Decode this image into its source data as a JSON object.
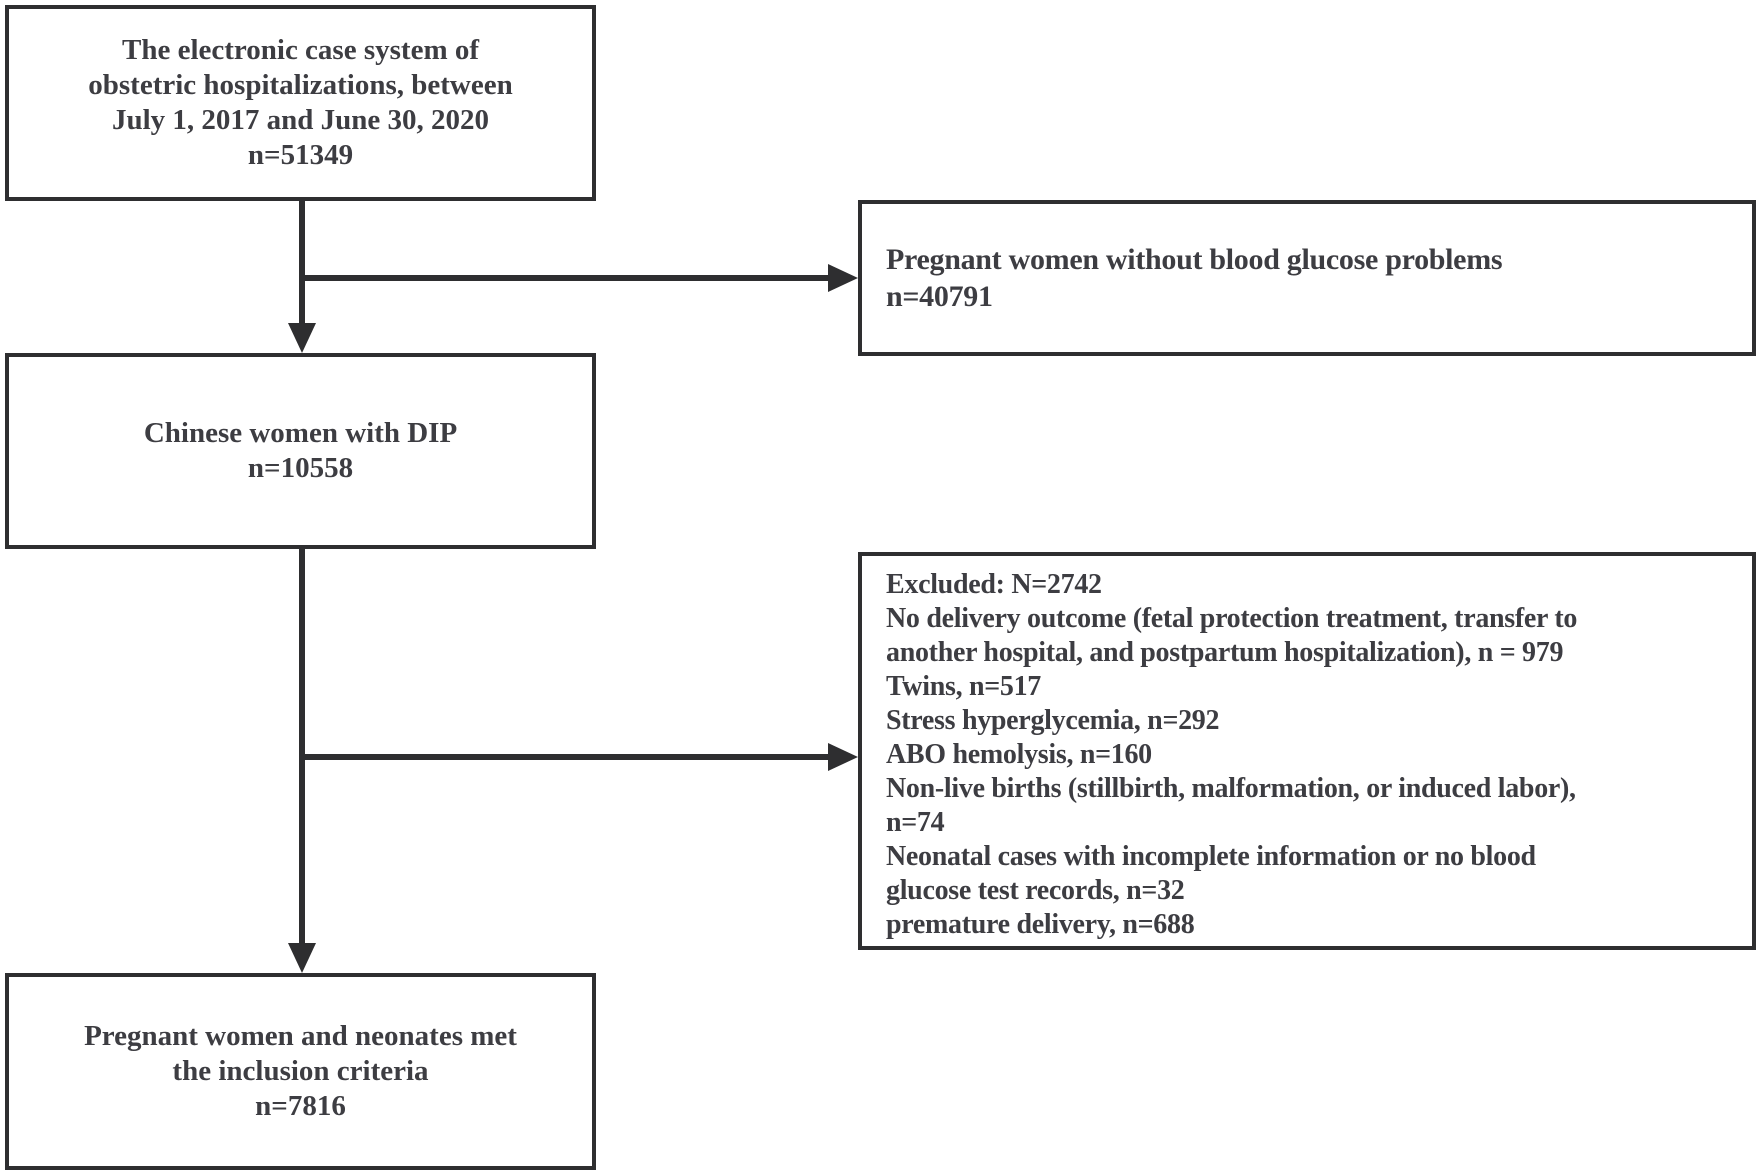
{
  "figure": {
    "background": "#ffffff",
    "line_color": "#2e2e30",
    "text_color": "#3d3d42"
  },
  "boxes": {
    "source": {
      "text": "The electronic case system of\nobstetric hospitalizations, between\nJuly 1, 2017 and June 30, 2020\nn=51349"
    },
    "no_glucose": {
      "text": "Pregnant women without blood glucose problems\nn=40791"
    },
    "dip": {
      "text": "Chinese women with DIP\nn=10558"
    },
    "excluded": {
      "text": "Excluded: N=2742\nNo delivery outcome (fetal protection treatment, transfer to\nanother hospital, and postpartum hospitalization), n = 979\nTwins, n=517\nStress hyperglycemia, n=292\nABO hemolysis, n=160\nNon-live births (stillbirth, malformation, or induced labor),\nn=74\nNeonatal cases with incomplete information or no blood\nglucose test records, n=32\npremature delivery, n=688"
    },
    "included": {
      "text": "Pregnant women and neonates met\nthe inclusion criteria\nn=7816"
    }
  }
}
